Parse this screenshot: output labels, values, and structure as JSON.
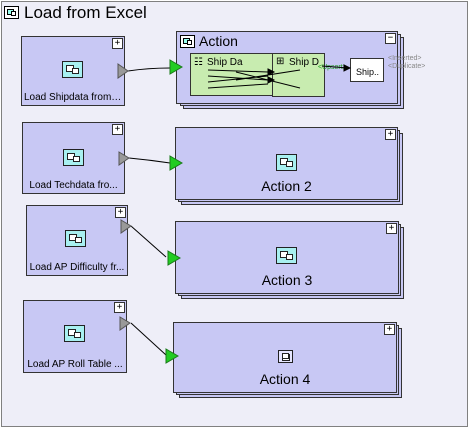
{
  "root": {
    "title": "Load from Excel"
  },
  "sources": [
    {
      "label": "Load Shipdata from ...",
      "toggle": "+"
    },
    {
      "label": "Load Techdata fro...",
      "toggle": "+"
    },
    {
      "label": "Load AP Difficulty fr...",
      "toggle": "+"
    },
    {
      "label": "Load AP Roll Table ...",
      "toggle": "+"
    }
  ],
  "actions": [
    {
      "title": "Action",
      "toggle": "−",
      "expanded": true
    },
    {
      "title": "Action 2",
      "toggle": "+"
    },
    {
      "title": "Action 3",
      "toggle": "+"
    },
    {
      "title": "Action 4",
      "toggle": "+"
    }
  ],
  "inner_nodes": {
    "node_a": "Ship Da",
    "node_b": "Ship D",
    "node_c": "Ship..",
    "port_upsert": "<Upsert>",
    "port_inserted": "<Inserted>",
    "port_duplicate": "<Duplicate>"
  },
  "colors": {
    "source_fill": "#c8c8f4",
    "action_fill": "#c8c8f4",
    "inner_green": "#c8ecb0",
    "arrow_green": "#22cc22",
    "arrow_grey": "#999999",
    "frame_bg": "#eeeef8"
  }
}
